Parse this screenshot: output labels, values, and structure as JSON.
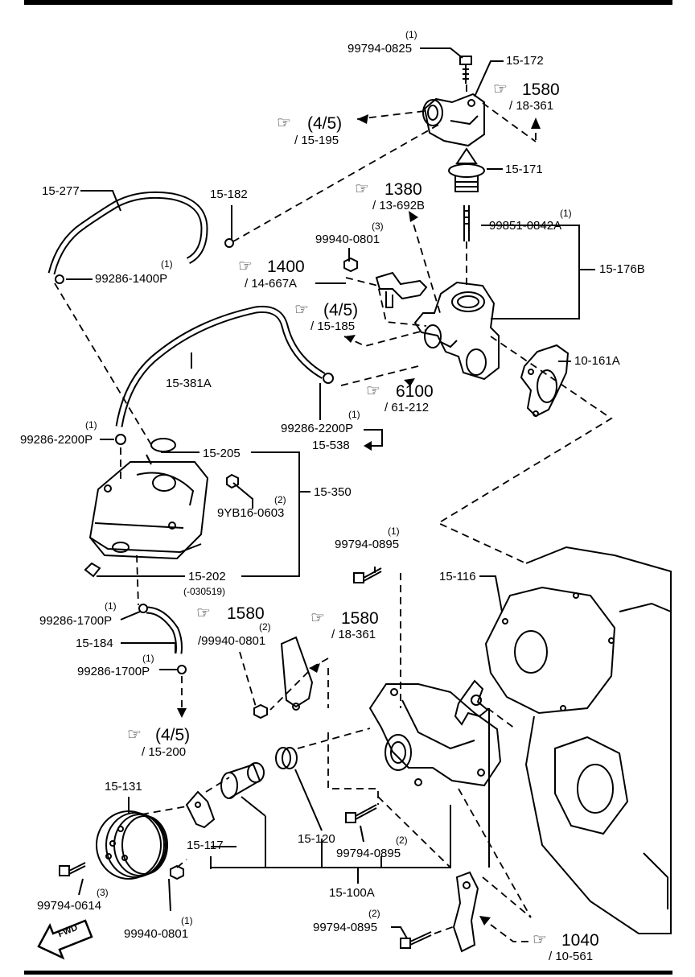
{
  "labels": {
    "p99794_0825": "99794-0825",
    "q99794_0825": "(1)",
    "p15_172": "15-172",
    "ref1580a": "1580",
    "ref1580a_sub": "/ 18-361",
    "ref45a": "(4/5)",
    "ref45a_sub": "/ 15-195",
    "p15_171": "15-171",
    "ref1380": "1380",
    "ref1380_sub": "/ 13-692B",
    "p15_277": "15-277",
    "p15_182": "15-182",
    "p99851": "99851-0842A",
    "q99851": "(1)",
    "p99940_0801a": "99940-0801",
    "q99940_0801a": "(3)",
    "p15_176B": "15-176B",
    "p99286_1400P": "99286-1400P",
    "q99286_1400P": "(1)",
    "ref1400": "1400",
    "ref1400_sub": "/ 14-667A",
    "ref45b": "(4/5)",
    "ref45b_sub": "/ 15-185",
    "p10_161A": "10-161A",
    "p15_381A": "15-381A",
    "ref6100": "6100",
    "ref6100_sub": "/ 61-212",
    "p99286_2200Pa": "99286-2200P",
    "q99286_2200Pa": "(1)",
    "p99286_2200Pb": "99286-2200P",
    "q99286_2200Pb": "(1)",
    "p15_538": "15-538",
    "p15_205": "15-205",
    "p15_350": "15-350",
    "p9YB16": "9YB16-0603",
    "q9YB16": "(2)",
    "p99794_0895a": "99794-0895",
    "q99794_0895a": "(1)",
    "p15_116": "15-116",
    "p15_202": "15-202",
    "p15_202_sub": "(-030519)",
    "p99286_1700Pa": "99286-1700P",
    "q99286_1700Pa": "(1)",
    "ref1580b": "1580",
    "ref1580b_sub": "/99940-0801",
    "q1580b": "(2)",
    "ref1580c": "1580",
    "ref1580c_sub": "/ 18-361",
    "p15_184": "15-184",
    "p99286_1700Pb": "99286-1700P",
    "q99286_1700Pb": "(1)",
    "ref45c": "(4/5)",
    "ref45c_sub": "/ 15-200",
    "p15_131": "15-131",
    "p15_117": "15-117",
    "p15_120": "15-120",
    "p99794_0895b": "99794-0895",
    "q99794_0895b": "(2)",
    "p99794_0614": "99794-0614",
    "q99794_0614": "(3)",
    "p15_100A": "15-100A",
    "p99940_0801b": "99940-0801",
    "q99940_0801b": "(1)",
    "p99794_0895c": "99794-0895",
    "q99794_0895c": "(2)",
    "ref1040": "1040",
    "ref1040_sub": "/ 10-561",
    "fwd": "FWD"
  },
  "icons": {
    "reference_hand": "pointing-hand-icon",
    "forward_arrow": "fwd-arrow-icon"
  }
}
